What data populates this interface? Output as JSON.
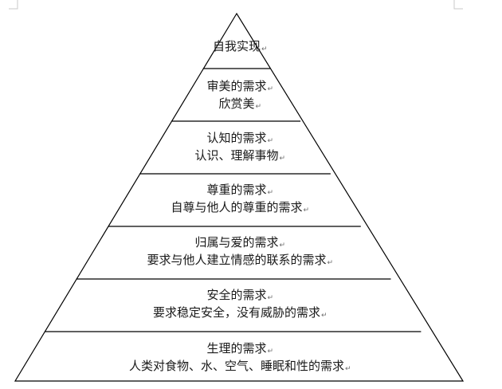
{
  "paragraph_mark": "↵",
  "levels": [
    {
      "lines": [
        "自我实现"
      ]
    },
    {
      "lines": [
        "审美的需求",
        "欣赏美"
      ]
    },
    {
      "lines": [
        "认知的需求",
        "认识、理解事物"
      ]
    },
    {
      "lines": [
        "尊重的需求",
        "自尊与他人的尊重的需求"
      ]
    },
    {
      "lines": [
        "归属与爱的需求",
        "要求与他人建立情感的联系的需求"
      ]
    },
    {
      "lines": [
        "安全的需求",
        "要求稳定安全，没有威胁的需求"
      ]
    },
    {
      "lines": [
        "生理的需求",
        "人类对食物、水、空气、睡眠和性的需求"
      ]
    }
  ]
}
